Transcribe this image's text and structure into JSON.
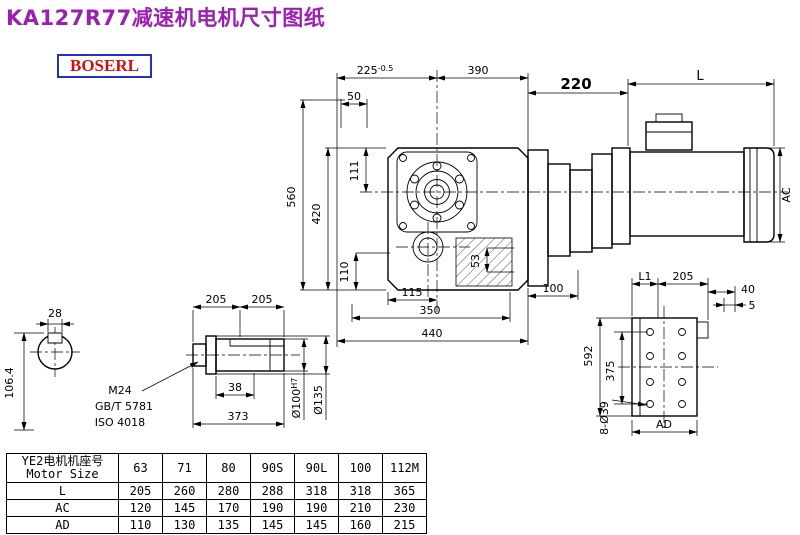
{
  "page": {
    "title": "KA127R77减速机电机尺寸图纸",
    "logo": "BOSERL"
  },
  "colors": {
    "title": "#9B1FB0",
    "logo_text": "#D01010",
    "logo_border": "#2230C8",
    "line": "#000000"
  },
  "main_view": {
    "top": {
      "d50": "50",
      "d225": "225",
      "d225_tol": "-0.5",
      "d390": "390",
      "d220": "220",
      "dL": "L"
    },
    "left": {
      "d560": "560",
      "d420": "420",
      "d111": "111",
      "d110": "110"
    },
    "bottom": {
      "d115": "115",
      "d53": "53",
      "d100": "100",
      "d350": "350",
      "d440": "440"
    },
    "right": {
      "dAC": "AC"
    }
  },
  "shaft_section": {
    "d28": "28",
    "d106": "106.4"
  },
  "shaft_detail": {
    "d205a": "205",
    "d205b": "205",
    "m24": "M24",
    "std1": "GB/T 5781",
    "std2": "ISO 4018",
    "d38": "38",
    "d373": "373",
    "dia100": "Ø100",
    "dia100_sup": "H7",
    "dia135": "Ø135"
  },
  "flange_view": {
    "dL1": "L1",
    "d205": "205",
    "d40": "40",
    "d5": "5",
    "d592": "592",
    "d375": "375",
    "holes": "8-Ø39",
    "dAD": "AD"
  },
  "table": {
    "col0_line1": "YE2电机机座号",
    "col0_line2": "Motor Size",
    "sizes": [
      "63",
      "71",
      "80",
      "90S",
      "90L",
      "100",
      "112M"
    ],
    "rows": [
      {
        "label": "L",
        "values": [
          "205",
          "260",
          "280",
          "288",
          "318",
          "318",
          "365"
        ]
      },
      {
        "label": "AC",
        "values": [
          "120",
          "145",
          "170",
          "190",
          "190",
          "210",
          "230"
        ]
      },
      {
        "label": "AD",
        "values": [
          "110",
          "130",
          "135",
          "145",
          "145",
          "160",
          "215"
        ]
      }
    ]
  }
}
